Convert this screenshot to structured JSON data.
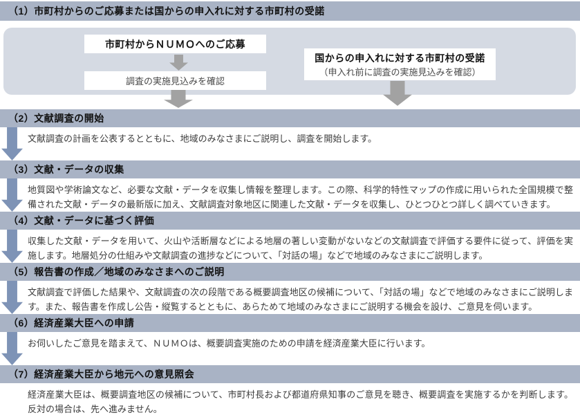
{
  "colors": {
    "header_bar": "#a9b3c5",
    "panel": "#d5dae3",
    "flow_arrow_blue": "#7e93b6",
    "flow_arrow_gray": "#a2a2a2",
    "heading_text": "#111111",
    "body_text": "#3c3c3c"
  },
  "step1": {
    "title": "（1）市町村からのご応募または国からの申入れに対する市町村の受諾",
    "apply_box": "市町村からＮＵＭＯへのご応募",
    "confirm_box": "調査の実施見込みを確認",
    "accept_box_title": "国からの申入れに対する市町村の受諾",
    "accept_box_note": "（申入れ前に調査の実施見込みを確認）"
  },
  "steps": [
    {
      "title": "（2）文献調査の開始",
      "body": "文献調査の計画を公表するとともに、地域のみなさまにご説明し、調査を開始します。"
    },
    {
      "title": "（3）文献・データの収集",
      "body": "地質図や学術論文など、必要な文献・データを収集し情報を整理します。この際、科学的特性マップの作成に用いられた全国規模で整備された文献・データの最新版に加え、文献調査対象地区に関連した文献・データを収集し、ひとつひとつ詳しく調べていきます。"
    },
    {
      "title": "（4）文献・データに基づく評価",
      "body": "収集した文献・データを用いて、火山や活断層などによる地層の著しい変動がないなどの文献調査で評価する要件に従って、評価を実施します。地層処分の仕組みや文献調査の進捗などについて、「対話の場」などで地域のみなさまにご説明します。"
    },
    {
      "title": "（5）報告書の作成／地域のみなさまへのご説明",
      "body": "文献調査で評価した結果や、文献調査の次の段階である概要調査地区の候補について、「対話の場」などで地域のみなさまにご説明します。また、報告書を作成し公告・縦覧するとともに、あらためて地域のみなさまにご説明する機会を設け、ご意見を伺います。"
    },
    {
      "title": "（6）経済産業大臣への申請",
      "body": "お伺いしたご意見を踏まえて、ＮＵＭＯは、概要調査実施のための申請を経済産業大臣に行います。"
    },
    {
      "title": "（7）経済産業大臣から地元への意見照会",
      "body": "経済産業大臣は、概要調査地区の候補について、市町村長および都道府県知事のご意見を聴き、概要調査を実施するかを判断します。反対の場合は、先へ進みません。"
    }
  ]
}
